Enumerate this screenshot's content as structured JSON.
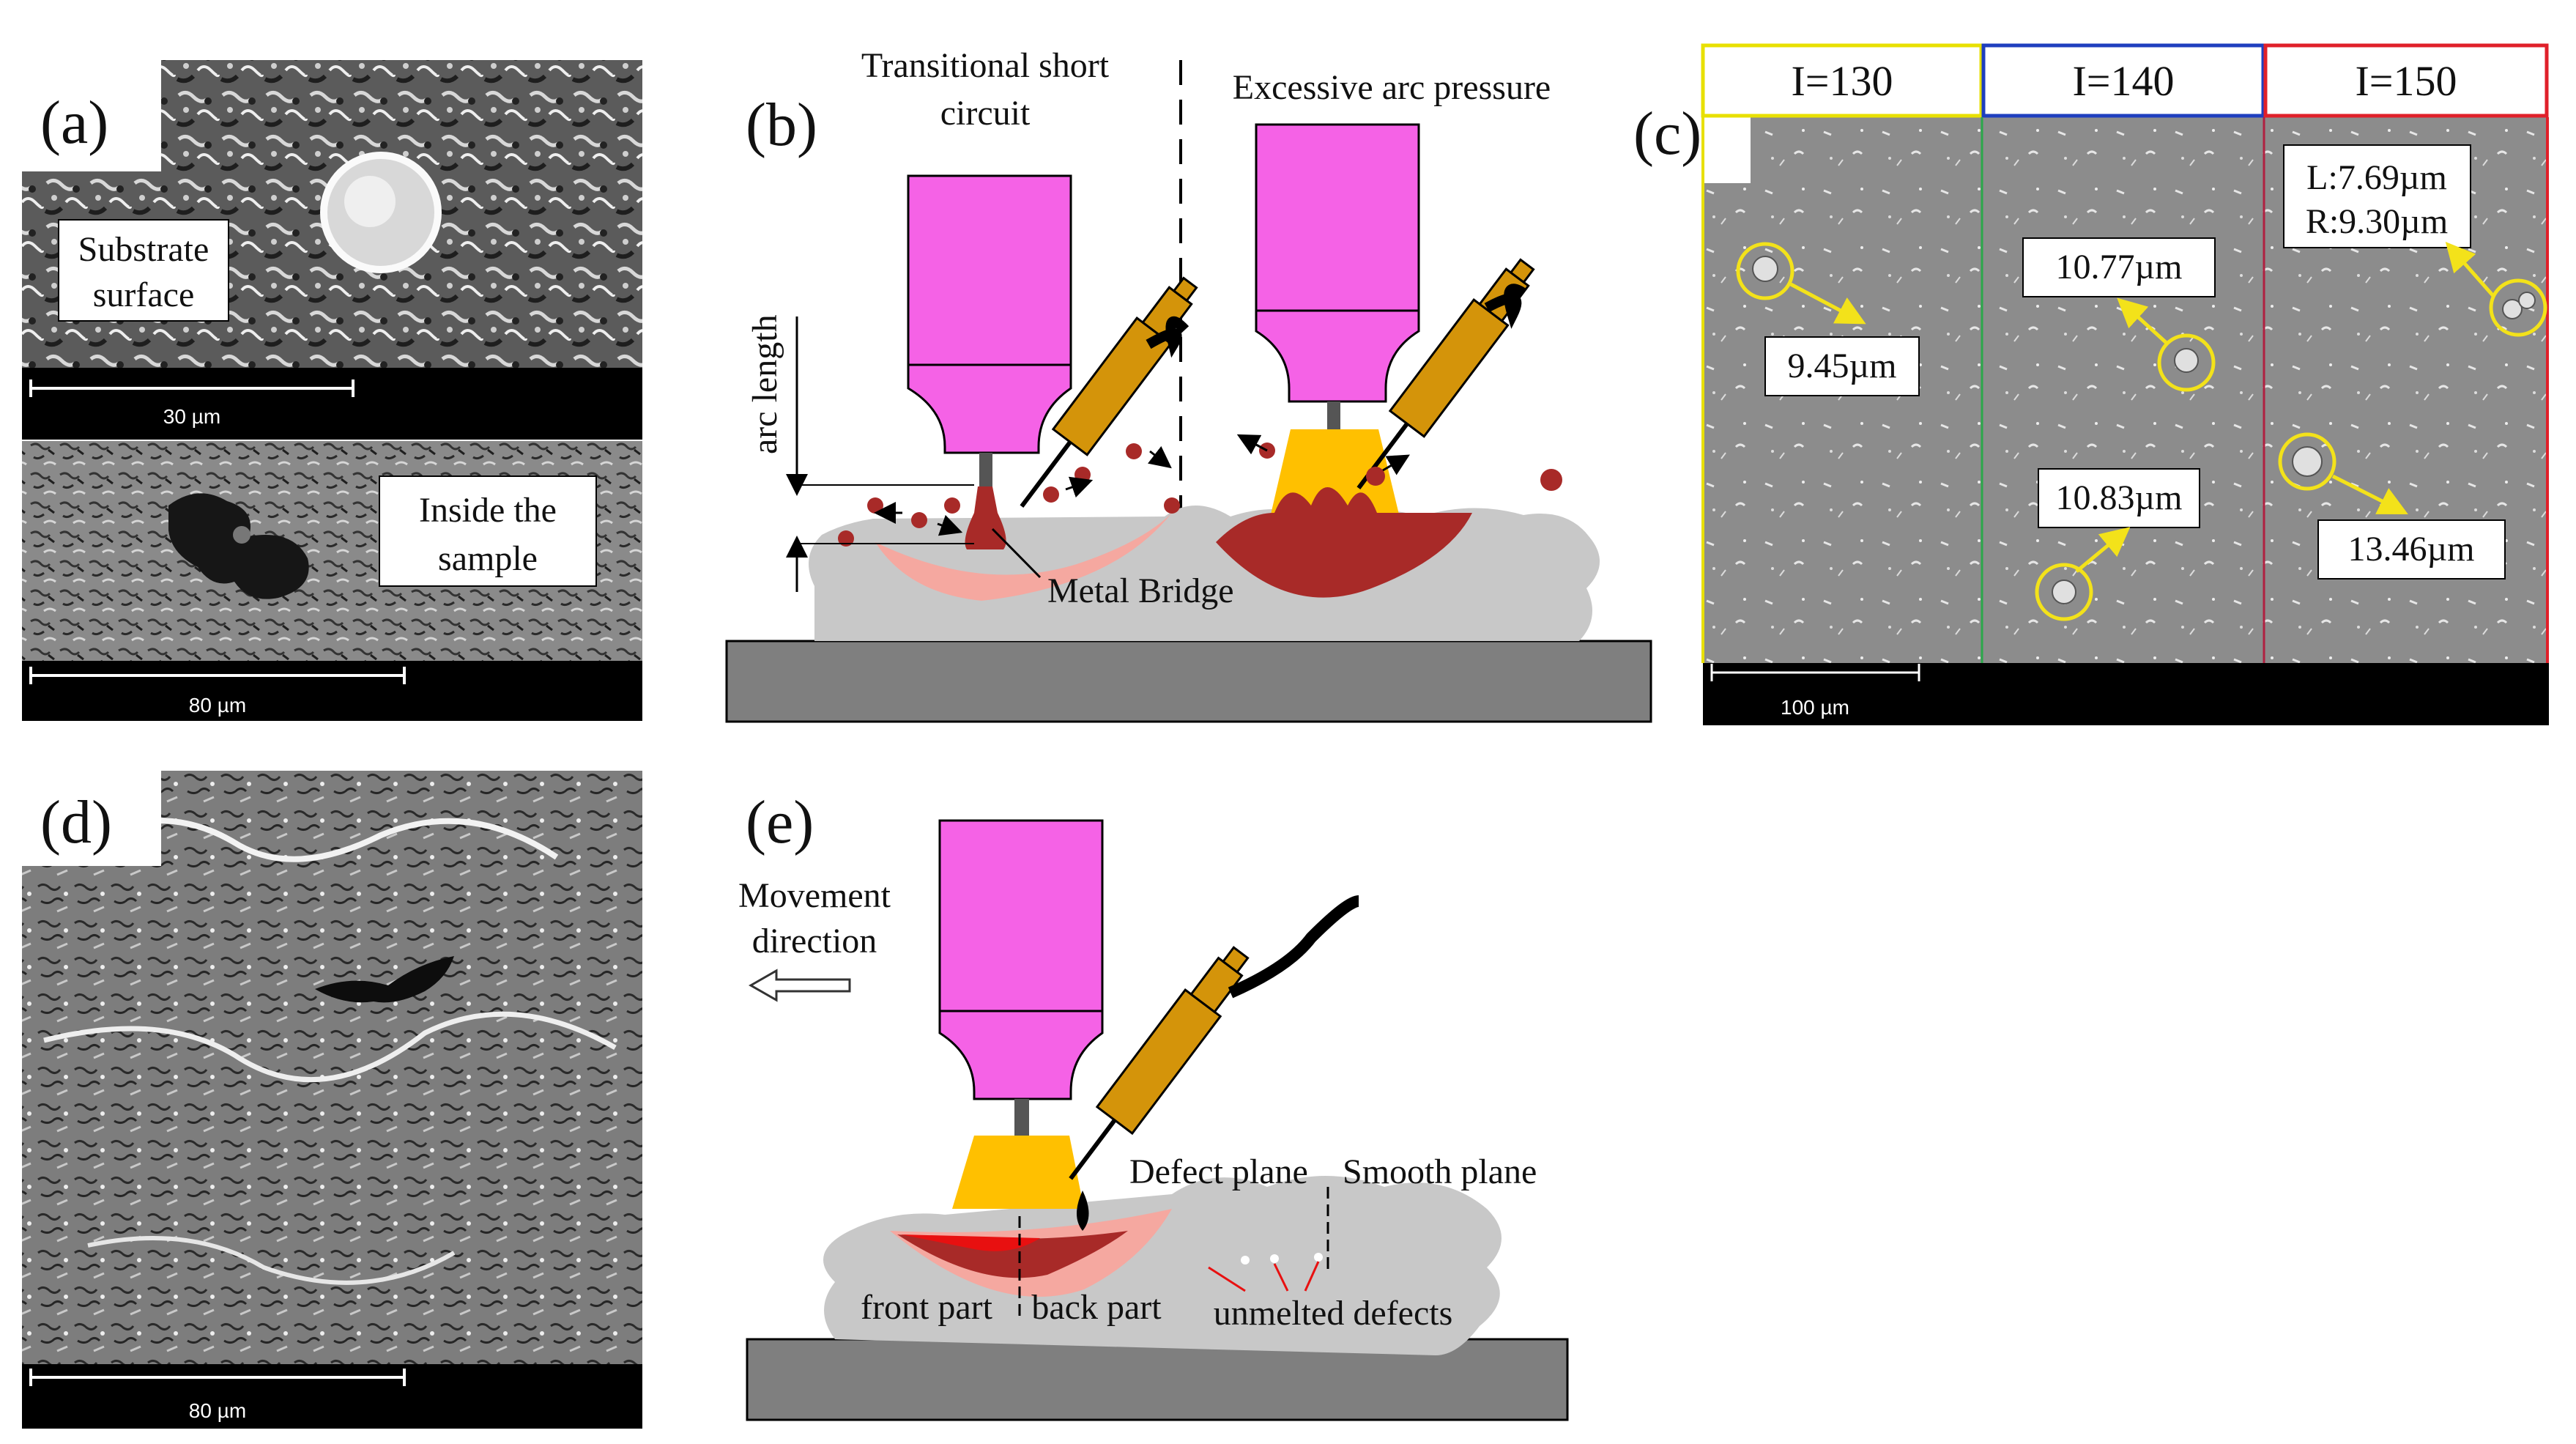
{
  "panels": {
    "a": {
      "label": "(a)",
      "top_caption": [
        "Substrate",
        "surface"
      ],
      "top_scale": "30 µm",
      "bottom_caption": [
        "Inside the",
        "sample"
      ],
      "bottom_scale": "80 µm"
    },
    "b": {
      "label": "(b)",
      "left_title": [
        "Transitional short",
        "circuit"
      ],
      "right_title": "Excessive arc pressure",
      "arc_length": "arc length",
      "metal_bridge": "Metal Bridge"
    },
    "c": {
      "label": "(c)",
      "columns": [
        {
          "header": "I=130",
          "color": "#e8e000"
        },
        {
          "header": "I=140",
          "color": "#1f3fbf"
        },
        {
          "header": "I=150",
          "color": "#e0202a"
        }
      ],
      "measurements": [
        "9.45µm",
        "10.77µm",
        "10.83µm",
        "L:7.69µm",
        "R:9.30µm",
        "13.46µm"
      ],
      "scale": "100 µm"
    },
    "d": {
      "label": "(d)",
      "scale": "80 µm"
    },
    "e": {
      "label": "(e)",
      "movement": [
        "Movement",
        "direction"
      ],
      "defect_plane": "Defect plane",
      "smooth_plane": "Smooth plane",
      "front_part": "front part",
      "back_part": "back part",
      "unmelted": "unmelted defects"
    }
  },
  "colors": {
    "torch": "#f562e6",
    "nozzle": "#d4940a",
    "arc": "#ffc000",
    "molten": "#a82a28",
    "pool_light": "#f5a8a0",
    "deposit": "#c8c8c8",
    "substrate": "#7f7f7f",
    "marker": "#f3e21a"
  }
}
